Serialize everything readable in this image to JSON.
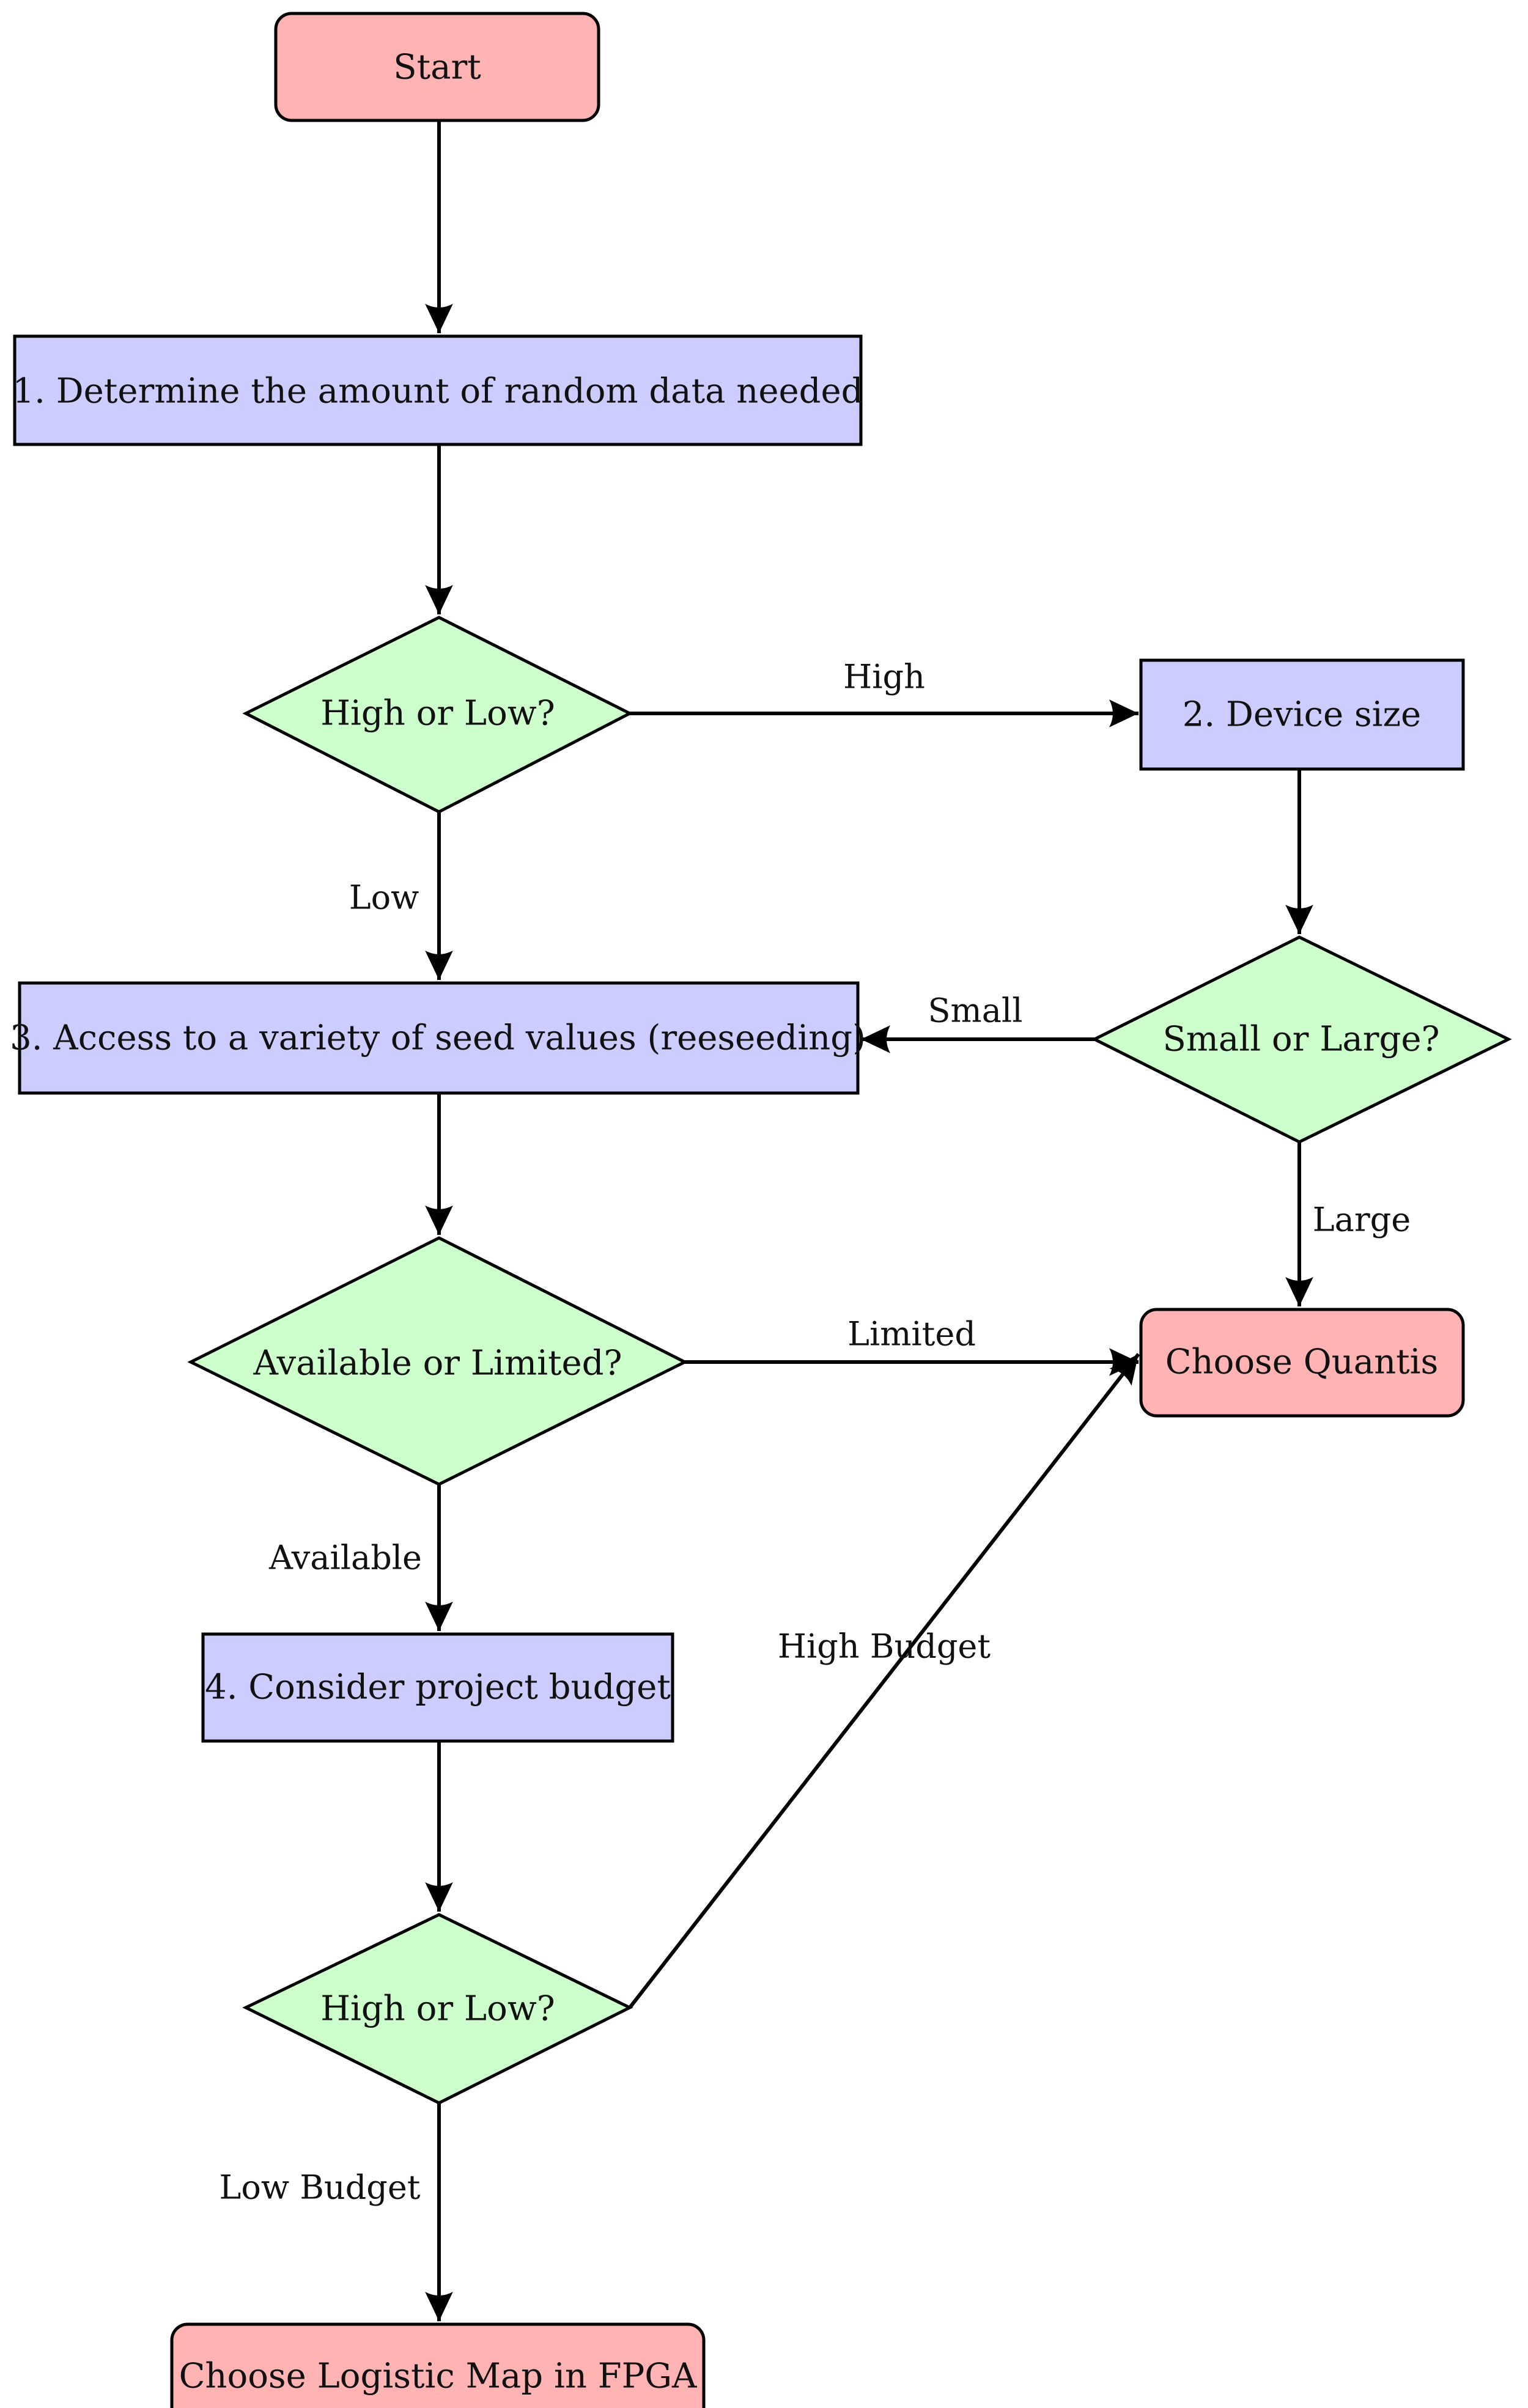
{
  "colors": {
    "terminal": "#ffb3b3",
    "process": "#ccccff",
    "decision": "#ccffcc",
    "stroke": "#000000"
  },
  "nodes": {
    "start": "Start",
    "step1": "1. Determine the amount of random data needed",
    "decision_amount": "High or Low?",
    "step2": "2. Device size",
    "decision_size": "Small or Large?",
    "step3": "3. Access to a variety of seed values (reeseeding)",
    "decision_seed": "Available or Limited?",
    "choose_quantis": "Choose Quantis",
    "step4": "4. Consider project budget",
    "decision_budget": "High or Low?",
    "choose_logistic": "Choose Logistic Map in FPGA"
  },
  "edge_labels": {
    "high": "High",
    "low": "Low",
    "small": "Small",
    "large": "Large",
    "limited": "Limited",
    "available": "Available",
    "high_budget": "High Budget",
    "low_budget": "Low Budget"
  }
}
